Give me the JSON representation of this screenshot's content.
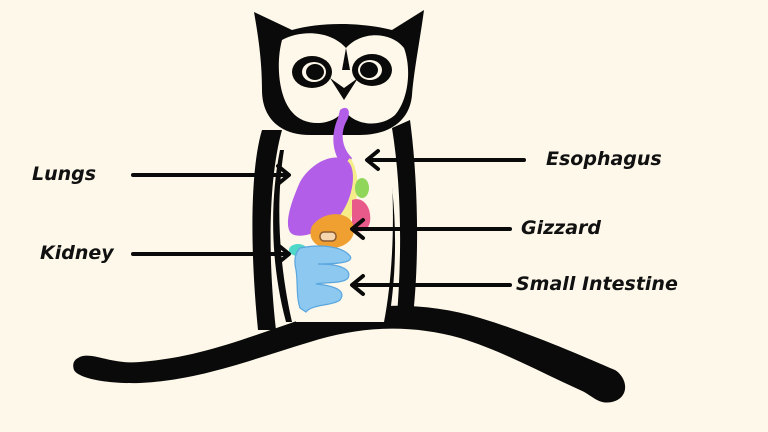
{
  "diagram": {
    "title": "",
    "background": "#fdf8ea",
    "subject": "Owl digestive and internal anatomy",
    "labels": {
      "lungs": "Lungs",
      "kidney": "Kidney",
      "esophagus": "Esophagus",
      "gizzard": "Gizzard",
      "small_intestine": "Small Intestine"
    },
    "organ_colors": {
      "esophagus": "#b35ee8",
      "lungs": "#b35ee8",
      "proventriculus": "#f5ec8a",
      "liver_green": "#8fd65a",
      "gizzard": "#f0a030",
      "spleen_pink": "#e85a8a",
      "kidney": "#4fd8c8",
      "small_intestine": "#8cc8f0"
    },
    "outline_color": "#0a0a0a"
  }
}
